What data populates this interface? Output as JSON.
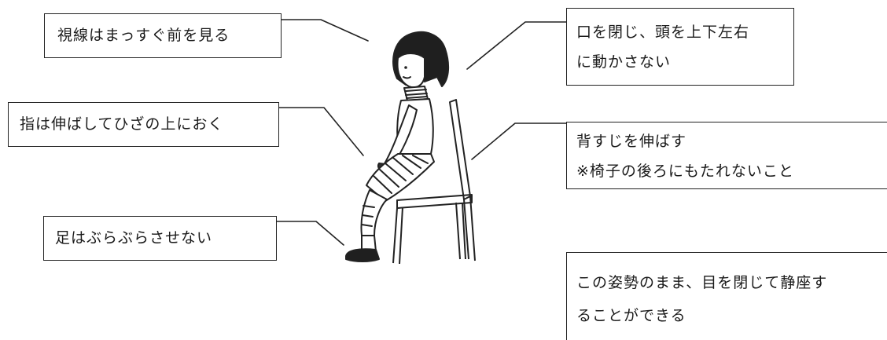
{
  "labels": {
    "gaze": "視線はまっすぐ前を見る",
    "mouth": [
      "口を閉じ、頭を上下左右",
      "に動かさない"
    ],
    "finger": "指は伸ばしてひざの上におく",
    "back": [
      "背すじを伸ばす",
      "※椅子の後ろにもたれないこと"
    ],
    "feet": "足はぶらぶらさせない",
    "sit": [
      "この姿勢のまま、目を閉じて静座す",
      "ることができる"
    ]
  }
}
